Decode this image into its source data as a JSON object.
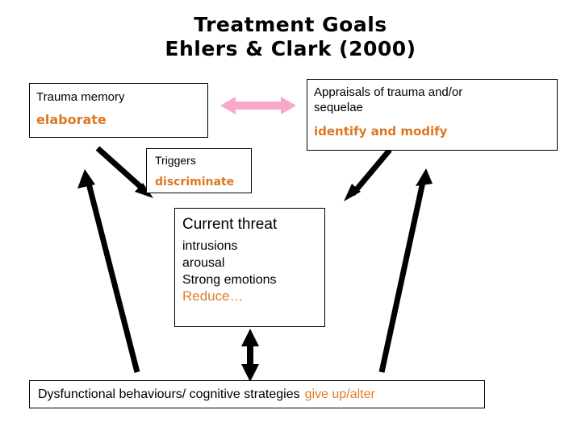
{
  "slide": {
    "title_line1": "Treatment Goals",
    "title_line2": "Ehlers & Clark (2000)",
    "accent_color": "#DD7722",
    "arrow_color_primary": "#000000",
    "arrow_color_secondary": "#F9A8C9",
    "background": "#ffffff"
  },
  "boxes": {
    "trauma": {
      "label": "Trauma memory",
      "goal": "elaborate"
    },
    "appraisals": {
      "label": "Appraisals of trauma and/or\nsequelae",
      "goal": "identify and modify"
    },
    "triggers": {
      "label": "Triggers",
      "goal": "discriminate"
    },
    "threat": {
      "label": "Current threat",
      "items": [
        "intrusions",
        "arousal",
        "Strong emotions"
      ],
      "goal": "Reduce…"
    },
    "bottom": {
      "label": "Dysfunctional behaviours/ cognitive strategies",
      "goal": "give up/alter"
    }
  },
  "arrows": [
    {
      "name": "trauma-appraisals-bidirectional",
      "color": "#F9A8C9",
      "heads": "both",
      "orientation": "horizontal"
    },
    {
      "name": "trauma-to-triggers",
      "color": "#000000",
      "heads": "end",
      "orientation": "diagonal-down-right"
    },
    {
      "name": "appraisals-to-threat",
      "color": "#000000",
      "heads": "end",
      "orientation": "diagonal-down-left"
    },
    {
      "name": "behaviours-to-trauma",
      "color": "#000000",
      "heads": "end",
      "orientation": "diagonal-up-left"
    },
    {
      "name": "behaviours-to-appraisals",
      "color": "#000000",
      "heads": "end",
      "orientation": "diagonal-up-right"
    },
    {
      "name": "threat-behaviours-bidirectional",
      "color": "#000000",
      "heads": "both",
      "orientation": "vertical"
    }
  ]
}
